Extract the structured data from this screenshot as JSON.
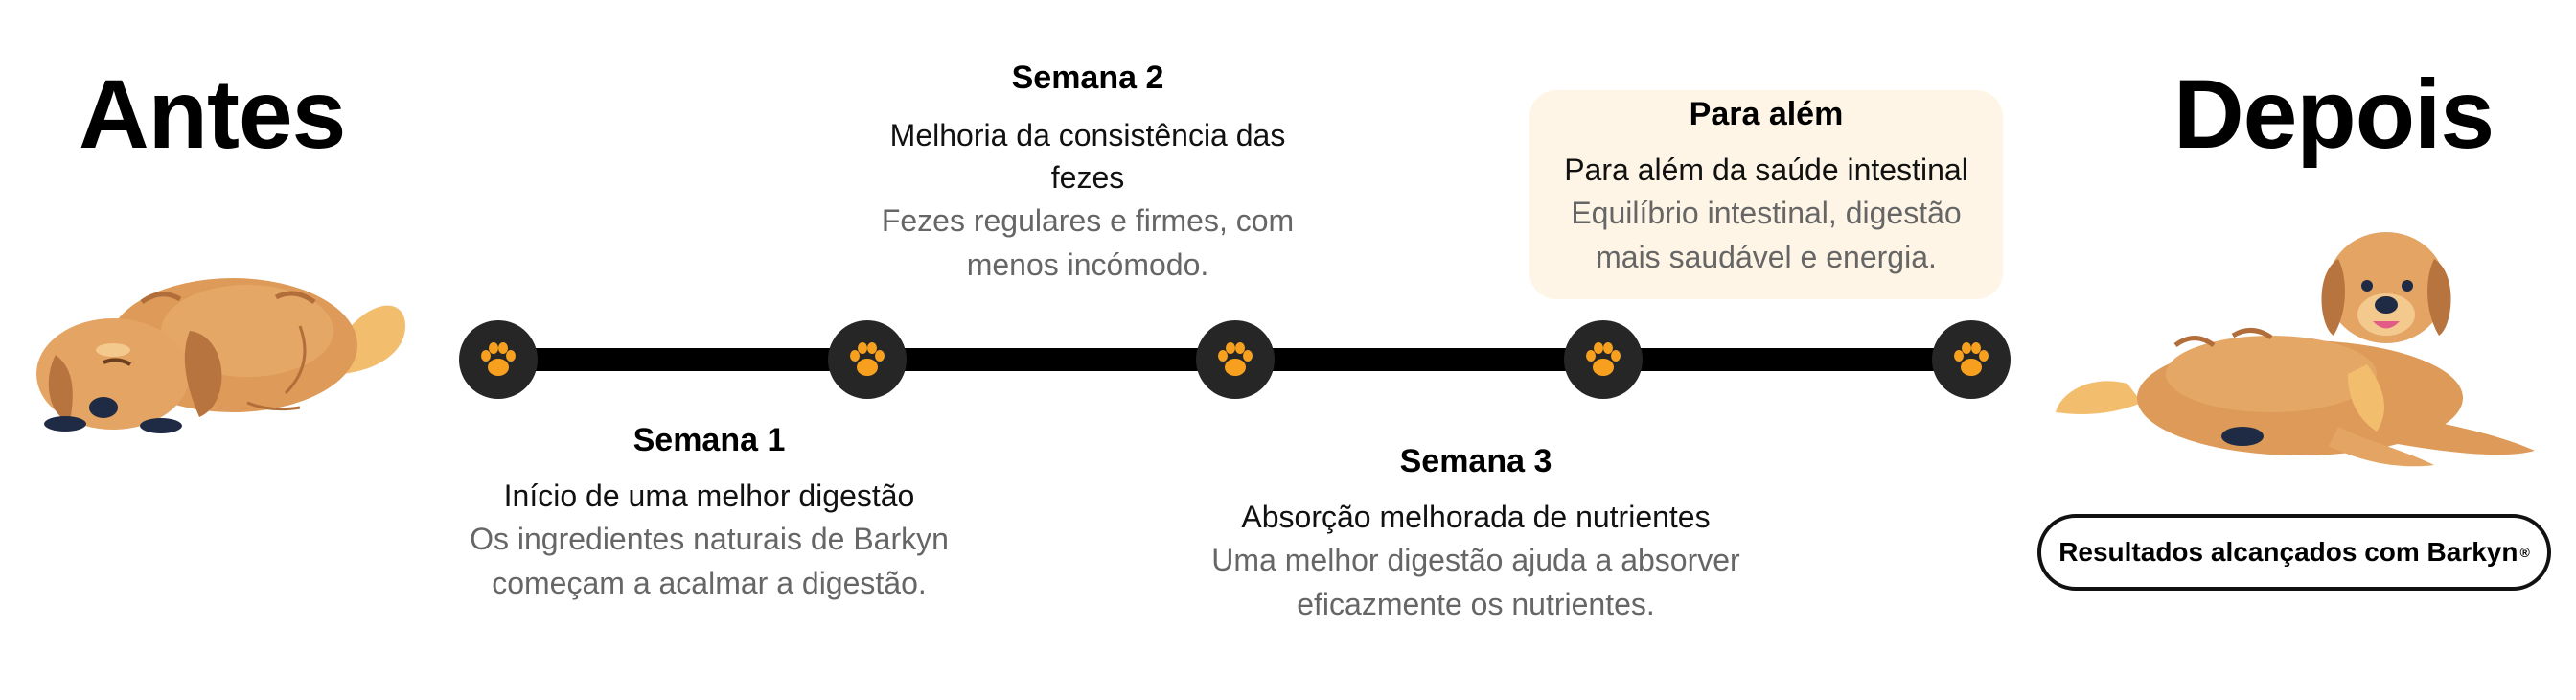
{
  "before_title": "Antes",
  "after_title": "Depois",
  "milestones": [
    {
      "title": "Semana 1",
      "subtitle": "Início de uma melhor digestão",
      "desc_line1": "Os ingredientes naturais de Barkyn",
      "desc_line2": "começam a acalmar a digestão."
    },
    {
      "title": "Semana 2",
      "subtitle_line1": "Melhoria da consistência das",
      "subtitle_line2": "fezes",
      "desc_line1": "Fezes regulares e firmes, com",
      "desc_line2": "menos incómodo."
    },
    {
      "title": "Semana 3",
      "subtitle": "Absorção melhorada de nutrientes",
      "desc_line1": "Uma melhor digestão ajuda a absorver",
      "desc_line2": "eficazmente os nutrientes."
    },
    {
      "title": "Para além",
      "subtitle": "Para além da saúde intestinal",
      "desc_line1": "Equilíbrio intestinal, digestão",
      "desc_line2": "mais saudável e energia."
    }
  ],
  "results_button": {
    "label": "Resultados alcançados com Barkyn",
    "mark": "®"
  },
  "colors": {
    "paw": "#f7a01f",
    "dot": "#262626",
    "highlight": "#fef5e6",
    "desc": "#666666"
  }
}
